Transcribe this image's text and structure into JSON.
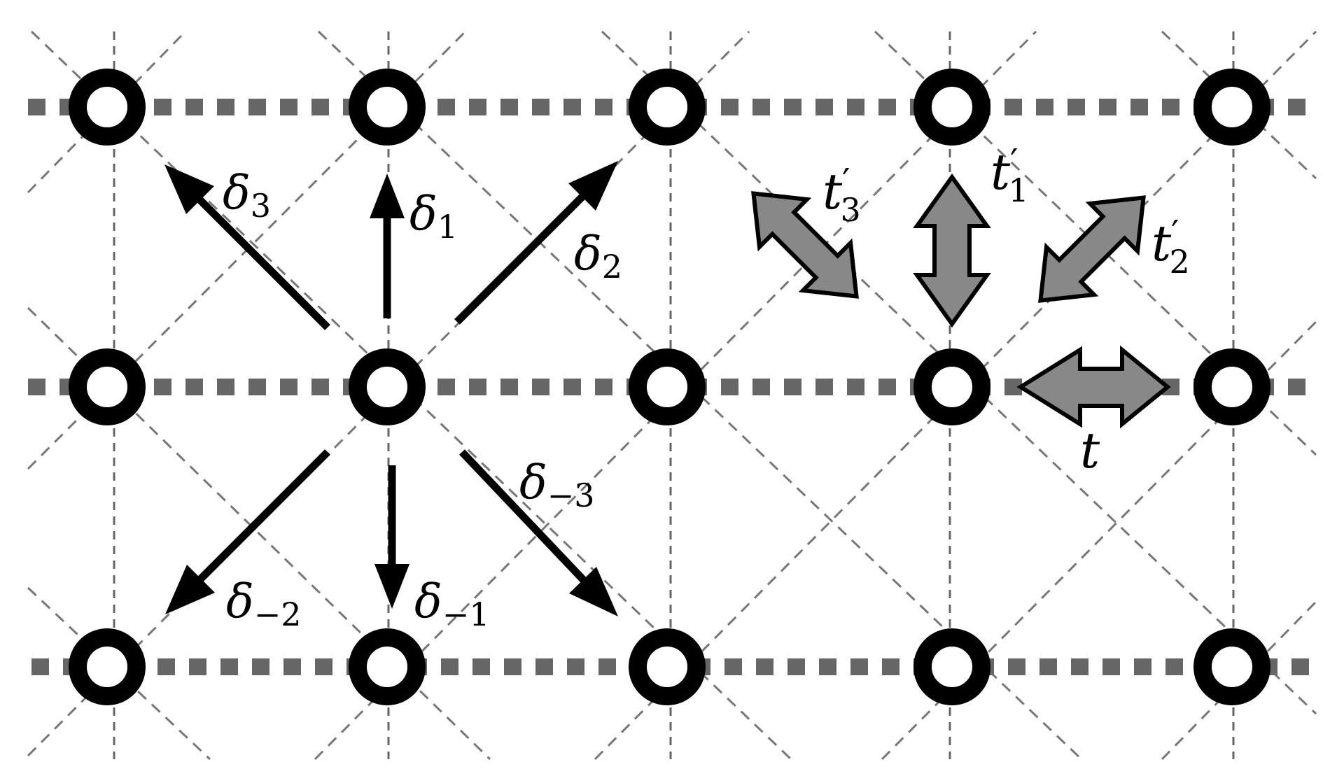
{
  "vectors": [
    {
      "id": "d1",
      "symbol": "δ",
      "sub": "1"
    },
    {
      "id": "d2",
      "symbol": "δ",
      "sub": "2"
    },
    {
      "id": "d3",
      "symbol": "δ",
      "sub": "3"
    },
    {
      "id": "dm1",
      "symbol": "δ",
      "sub": "−1"
    },
    {
      "id": "dm2",
      "symbol": "δ",
      "sub": "−2"
    },
    {
      "id": "dm3",
      "symbol": "δ",
      "sub": "−3"
    }
  ],
  "hoppings": [
    {
      "id": "t1p",
      "symbol": "t",
      "prime": "′",
      "sub": "1"
    },
    {
      "id": "t2p",
      "symbol": "t",
      "prime": "′",
      "sub": "2"
    },
    {
      "id": "t3p",
      "symbol": "t",
      "prime": "′",
      "sub": "3"
    },
    {
      "id": "t",
      "symbol": "t",
      "prime": "",
      "sub": ""
    }
  ]
}
